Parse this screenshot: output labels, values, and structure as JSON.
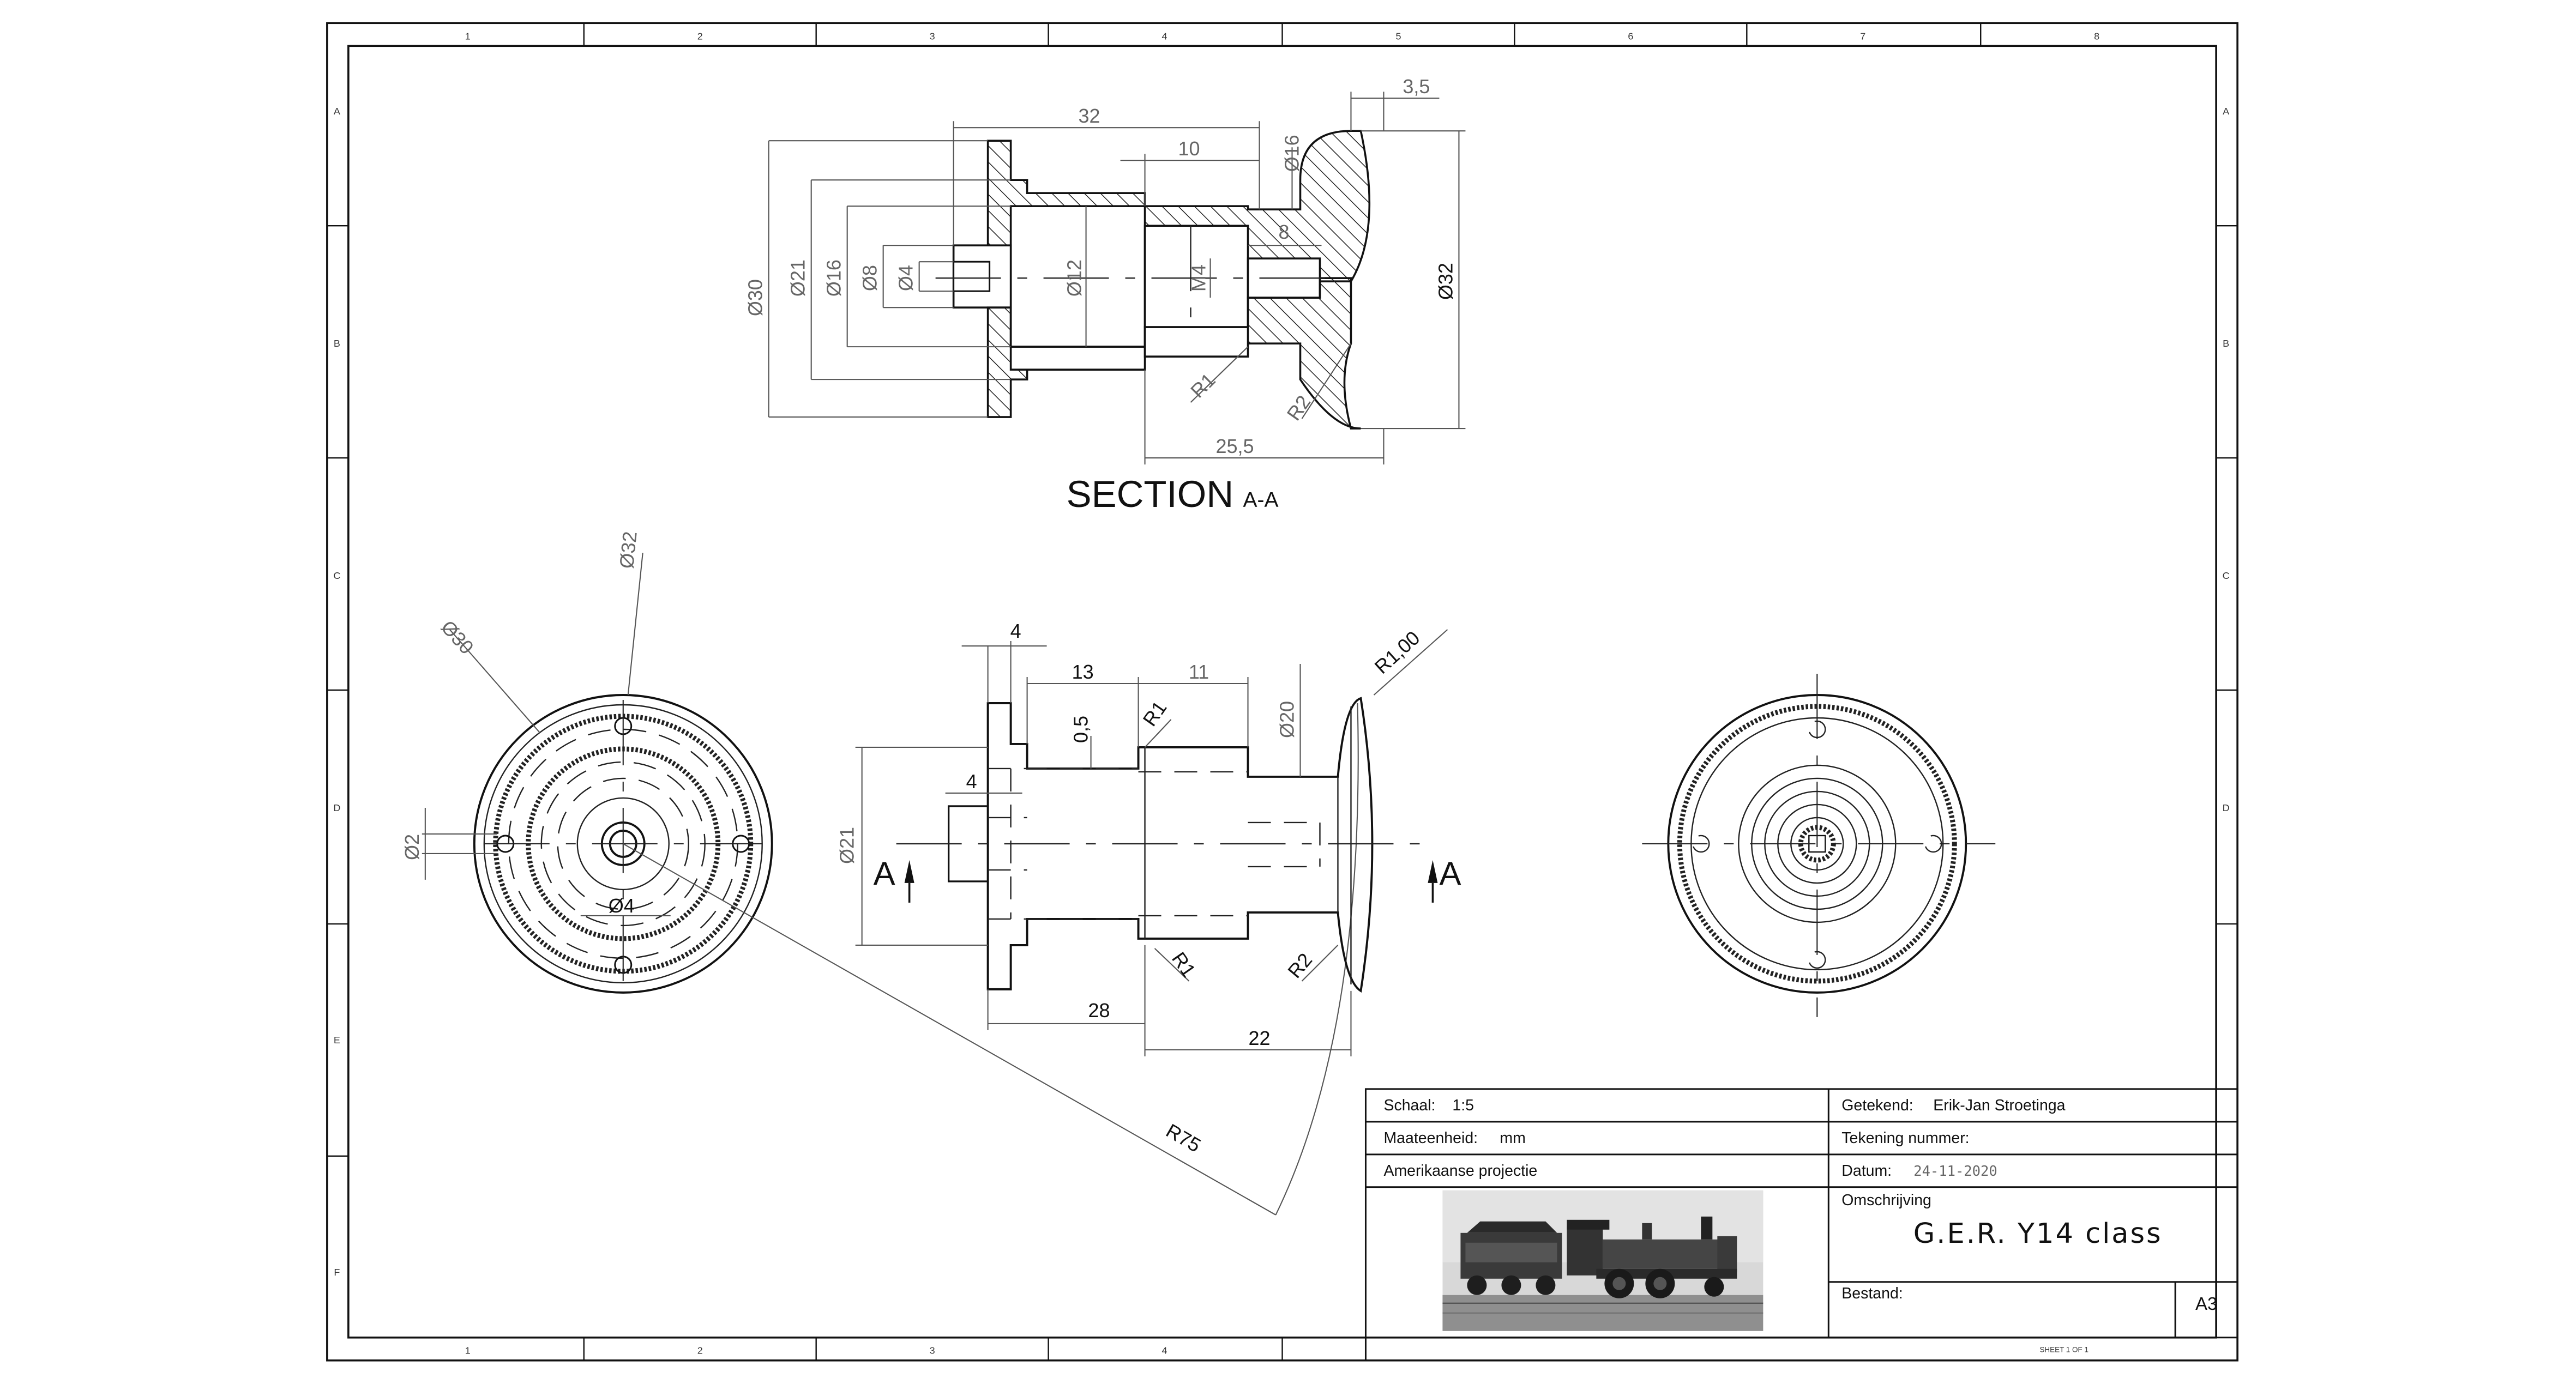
{
  "zones": {
    "columns": [
      "1",
      "2",
      "3",
      "4",
      "5",
      "6",
      "7",
      "8"
    ],
    "rows": [
      "A",
      "B",
      "C",
      "D",
      "E",
      "F"
    ]
  },
  "section_view": {
    "title": "SECTION",
    "title_suffix": "A-A",
    "dims": {
      "d3_5": "3,5",
      "d32_top": "32",
      "d10": "10",
      "dia16_top": "Ø16",
      "d8": "8",
      "dia30": "Ø30",
      "dia21": "Ø21",
      "dia16": "Ø16",
      "dia8": "Ø8",
      "dia4": "Ø4",
      "dia12": "Ø12",
      "m4": "M4",
      "r1": "R1",
      "r2": "R2",
      "dia32_right": "Ø32",
      "d25_5": "25,5"
    }
  },
  "side_view": {
    "dims": {
      "d4_top": "4",
      "d13": "13",
      "d11": "11",
      "dia20": "Ø20",
      "r100": "R1,00",
      "d0_5": "0,5",
      "r1_top": "R1",
      "d4_left": "4",
      "dia21": "Ø21",
      "section_a_left": "A",
      "section_a_right": "A",
      "r1_bottom": "R1",
      "r2_bottom": "R2",
      "d28": "28",
      "d22": "22",
      "r75": "R75"
    }
  },
  "front_view": {
    "dims": {
      "dia32": "Ø32",
      "dia30": "Ø30",
      "dia2": "Ø2",
      "dia4": "Ø4"
    }
  },
  "title_block": {
    "scale_label": "Schaal:",
    "scale_value": "1:5",
    "drawn_label": "Getekend:",
    "drawn_value": "Erik-Jan Stroetinga",
    "unit_label": "Maateenheid:",
    "unit_value": "mm",
    "drawing_number_label": "Tekening nummer:",
    "projection": "Amerikaanse projectie",
    "date_label": "Datum:",
    "date_value": "24-11-2020",
    "description_label": "Omschrijving",
    "description_value": "G.E.R. Y14 class",
    "file_label": "Bestand:",
    "size": "A3",
    "sheet": "SHEET 1 OF 1"
  }
}
